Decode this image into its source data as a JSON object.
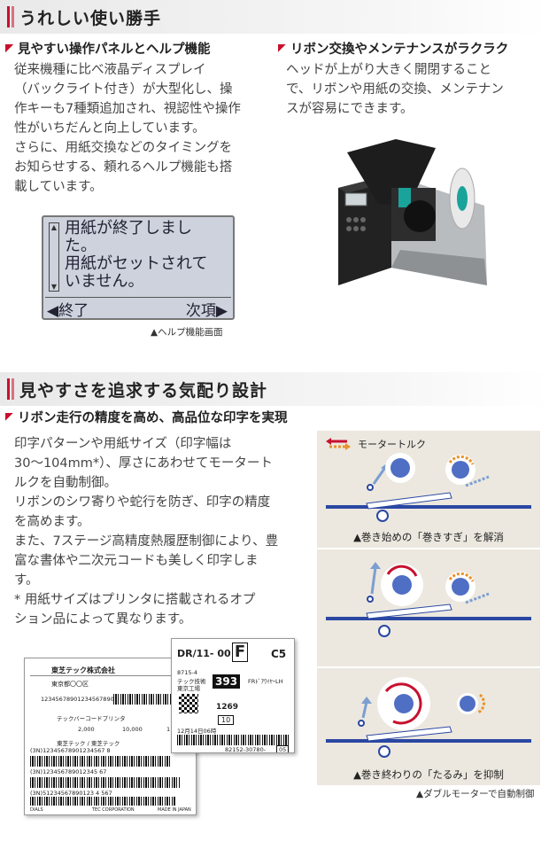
{
  "section1": {
    "title": "うれしい使い勝手",
    "left": {
      "heading": "見やすい操作パネルとヘルプ機能",
      "lines": [
        "従来機種に比べ液晶ディスプレイ",
        "（バックライト付き）が大型化し、操",
        "作キーも7種類追加され、視認性や操作",
        "性がいちだんと向上しています。",
        "さらに、用紙交換などのタイミングを",
        "お知らせする、頼れるヘルプ機能も搭",
        "載しています。"
      ],
      "lcd": {
        "lines": [
          "用紙が終了しまし",
          "た。",
          "用紙がセットされて",
          "いません。"
        ],
        "left_key": "◀終了",
        "right_key": "次項▶",
        "up_icon": "▲",
        "down_icon": "▼"
      },
      "caption": "▲ヘルプ機能画面"
    },
    "right": {
      "heading": "リボン交換やメンテナンスがラクラク",
      "lines": [
        "ヘッドが上がり大きく開閉すること",
        "で、リボンや用紙の交換、メンテナン",
        "スが容易にできます。"
      ]
    }
  },
  "section2": {
    "title": "見やすさを追求する気配り設計",
    "heading": "リボン走行の精度を高め、高品位な印字を実現",
    "lines": [
      "印字パターンや用紙サイズ（印字幅は",
      "30〜104mm*）、厚さにあわせてモータート",
      "ルクを自動制御。",
      "リボンのシワ寄りや蛇行を防ぎ、印字の精度",
      "を高めます。",
      "また、7ステージ高精度熱履歴制御により、豊",
      "富な書体や二次元コードも美しく印字しま",
      "す。",
      "* 用紙サイズはプリンタに搭載されるオプ",
      "ション品によって異なります。"
    ],
    "diagram": {
      "legend": "モータートルク",
      "panel1_caption": "▲巻き始めの「巻きすぎ」を解消",
      "panel3_caption": "▲巻き終わりの「たるみ」を抑制",
      "caption": "▲ダブルモーターで自動制御"
    },
    "label1": {
      "company": "東芝テック株式会社",
      "dept": "東京都〇〇区",
      "code_line": "12345678901234567890",
      "product": "テックバーコードプリンタ",
      "qty": "2,000",
      "total": "10,000",
      "pages": "1 / 5",
      "dest": "東芝テック / 東芝テック",
      "bc_text_1": "(3N)12345678901234567 8",
      "bc_text_2": "(3N)123456789012345 67",
      "bc_text_3": "(3N)51234567890123 4 567",
      "footer_left": "DIALS",
      "footer_mid": "TEC CORPORATION",
      "footer_right": "MADE IN JAPAN"
    },
    "label2": {
      "code": "DR/11- 00",
      "big": "F",
      "big2": "C5",
      "box_num": "393",
      "qty": "1269",
      "no": "10",
      "bottom": "82152-30780-",
      "bottom_tail": "05",
      "part": "8715-4",
      "maker": "テック技術",
      "dept": "東京工場",
      "date": "12月14日06時",
      "note": "FRﾄﾞｱﾜｲﾔｰLH"
    }
  }
}
